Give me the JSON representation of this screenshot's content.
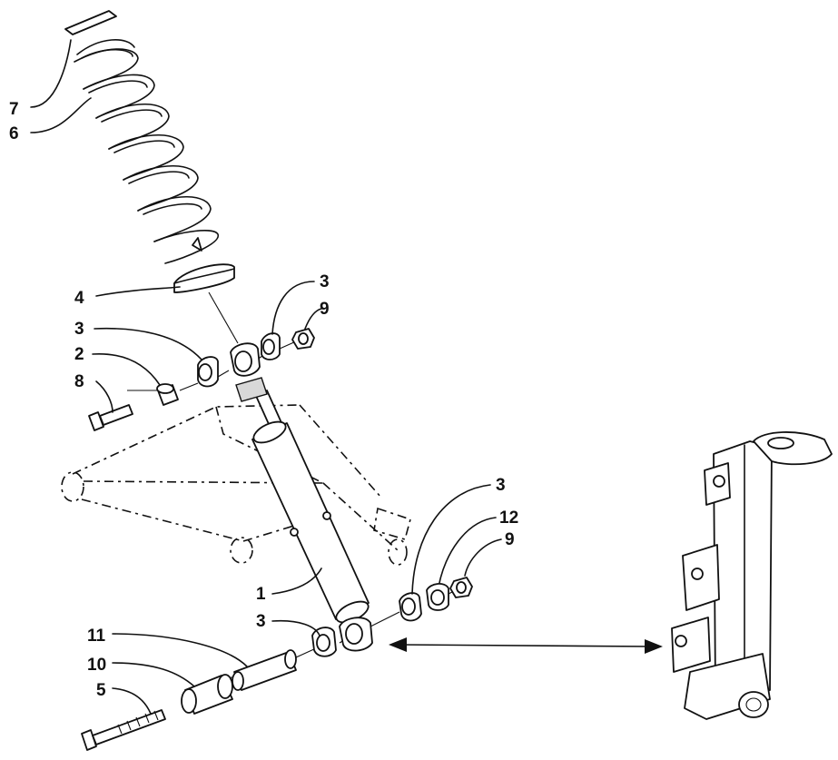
{
  "callouts": [
    {
      "id": "c7",
      "label": "7"
    },
    {
      "id": "c6",
      "label": "6"
    },
    {
      "id": "c4",
      "label": "4"
    },
    {
      "id": "c3a",
      "label": "3"
    },
    {
      "id": "c9a",
      "label": "9"
    },
    {
      "id": "c3b",
      "label": "3"
    },
    {
      "id": "c2",
      "label": "2"
    },
    {
      "id": "c8",
      "label": "8"
    },
    {
      "id": "c3c",
      "label": "3"
    },
    {
      "id": "c12",
      "label": "12"
    },
    {
      "id": "c9b",
      "label": "9"
    },
    {
      "id": "c1",
      "label": "1"
    },
    {
      "id": "c3d",
      "label": "3"
    },
    {
      "id": "c11",
      "label": "11"
    },
    {
      "id": "c10",
      "label": "10"
    },
    {
      "id": "c5",
      "label": "5"
    }
  ],
  "colors": {
    "ink": "#111111",
    "paper": "#ffffff",
    "shade": "#d8d8d8"
  }
}
